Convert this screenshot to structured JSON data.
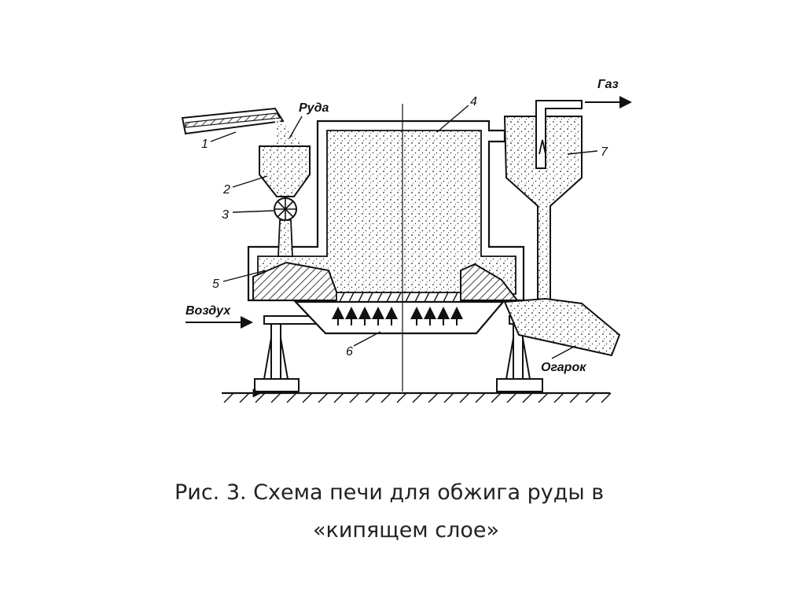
{
  "labels": {
    "ore": "Руда",
    "gas": "Газ",
    "air": "Воздух",
    "cinder": "Огарок",
    "n1": "1",
    "n2": "2",
    "n3": "3",
    "n4": "4",
    "n5": "5",
    "n6": "6",
    "n7": "7"
  },
  "caption": {
    "line1": "Рис. 3. Схема печи для обжига руды в",
    "line2": "«кипящем слое»"
  }
}
